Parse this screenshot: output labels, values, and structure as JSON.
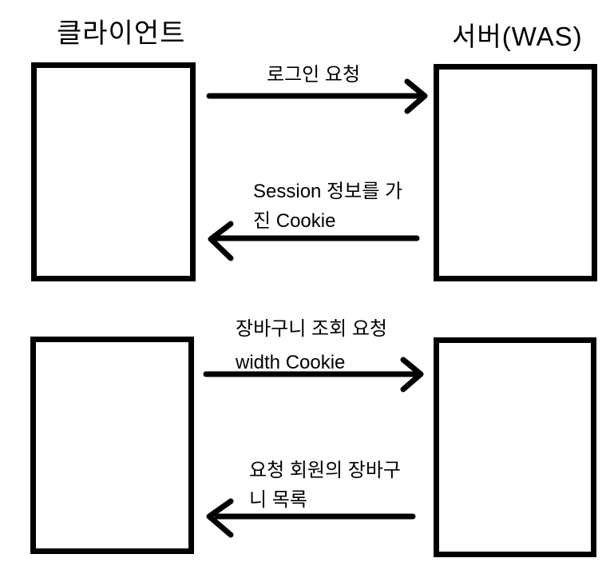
{
  "diagram": {
    "actors": {
      "client": "클라이언트",
      "server": "서버(WAS)"
    },
    "messages": [
      {
        "id": "login-request",
        "direction": "right",
        "line1": "로그인 요청",
        "line2": ""
      },
      {
        "id": "session-cookie",
        "direction": "left",
        "line1": "Session 정보를 가",
        "line2": "진 Cookie"
      },
      {
        "id": "cart-request",
        "direction": "right",
        "line1": "장바구니 조회 요청",
        "line2": "width Cookie"
      },
      {
        "id": "cart-list",
        "direction": "left",
        "line1": "요청 회원의 장바구",
        "line2": "니 목록"
      }
    ],
    "colors": {
      "ink": "#000000",
      "background": "#ffffff"
    }
  }
}
